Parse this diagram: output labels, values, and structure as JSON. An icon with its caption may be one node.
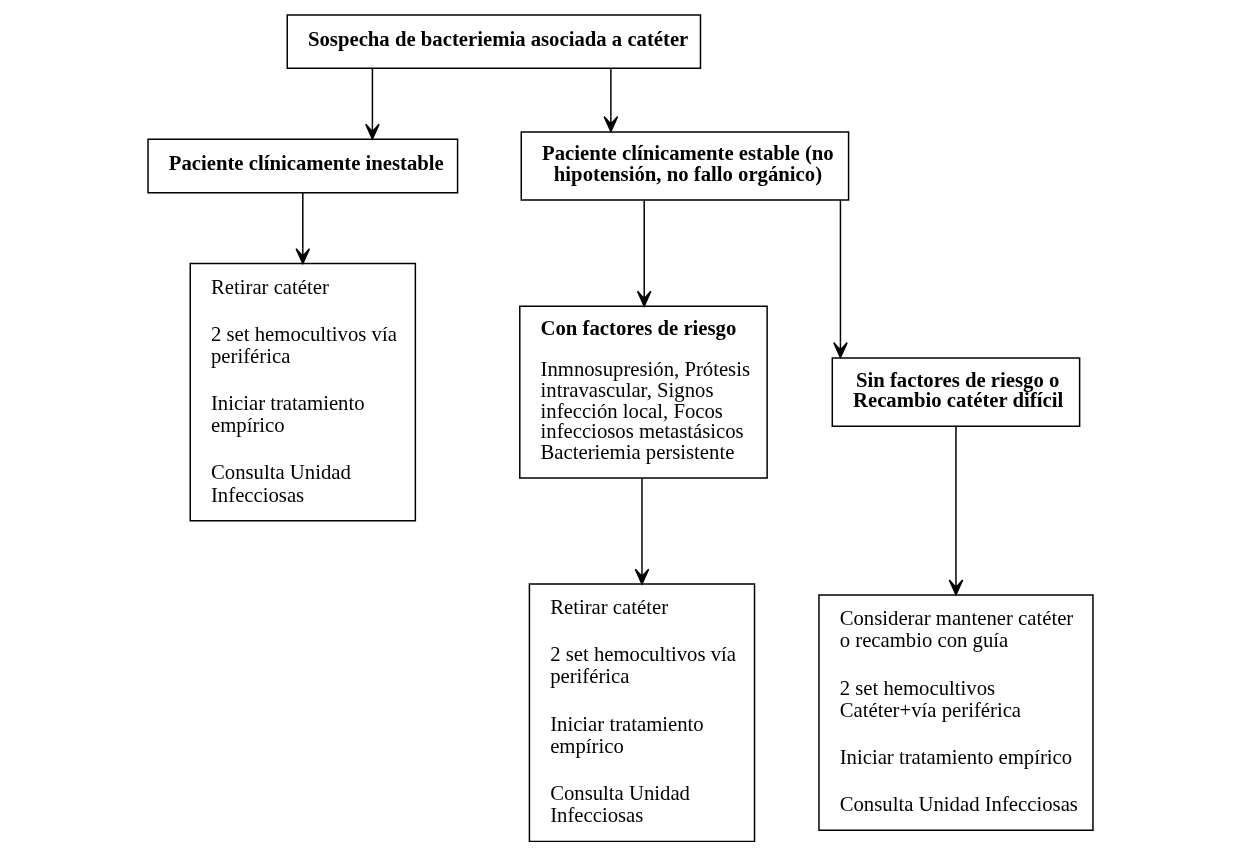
{
  "diagram": {
    "nodes": [
      {
        "text": [
          "Sospecha de bacteriemia asociada a catéter"
        ]
      },
      {
        "text": [
          "Paciente clínicamente inestable"
        ]
      },
      {
        "text": [
          "Paciente clínicamente estable (no hipotensión, no fallo orgánico)"
        ]
      },
      {
        "text": [
          "Retirar catéter",
          "2 set hemocultivos vía periférica",
          "Iniciar tratamiento empírico",
          "Consulta Unidad Infecciosas"
        ]
      },
      {
        "text": [
          "Con factores de riesgo",
          "Inmnosupresión, Prótesis intravascular, Signos infección local, Focos infecciosos metastásicos Bacteriemia persistente"
        ]
      },
      {
        "text": [
          "Sin factores de riesgo o Recambio catéter difícil"
        ]
      },
      {
        "text": [
          "Retirar catéter",
          "2 set hemocultivos vía periférica",
          "Iniciar tratamiento empírico",
          "Consulta Unidad Infecciosas"
        ]
      },
      {
        "text": [
          "Considerar mantener catéter o recambio con guía",
          "2 set hemocultivos Catéter+vía periférica",
          "Iniciar tratamiento empírico",
          "Consulta Unidad Infecciosas"
        ]
      }
    ],
    "edges": [
      {
        "from": 0,
        "to": 1,
        "arrow": "to"
      },
      {
        "from": 0,
        "to": 2,
        "arrow": "to"
      },
      {
        "from": 1,
        "to": 3,
        "arrow": "to"
      },
      {
        "from": 2,
        "to": 4,
        "arrow": "to"
      },
      {
        "from": 2,
        "to": 5,
        "arrow": "to"
      },
      {
        "from": 4,
        "to": 6,
        "arrow": "to"
      },
      {
        "from": 5,
        "to": 7,
        "arrow": "to"
      }
    ]
  }
}
